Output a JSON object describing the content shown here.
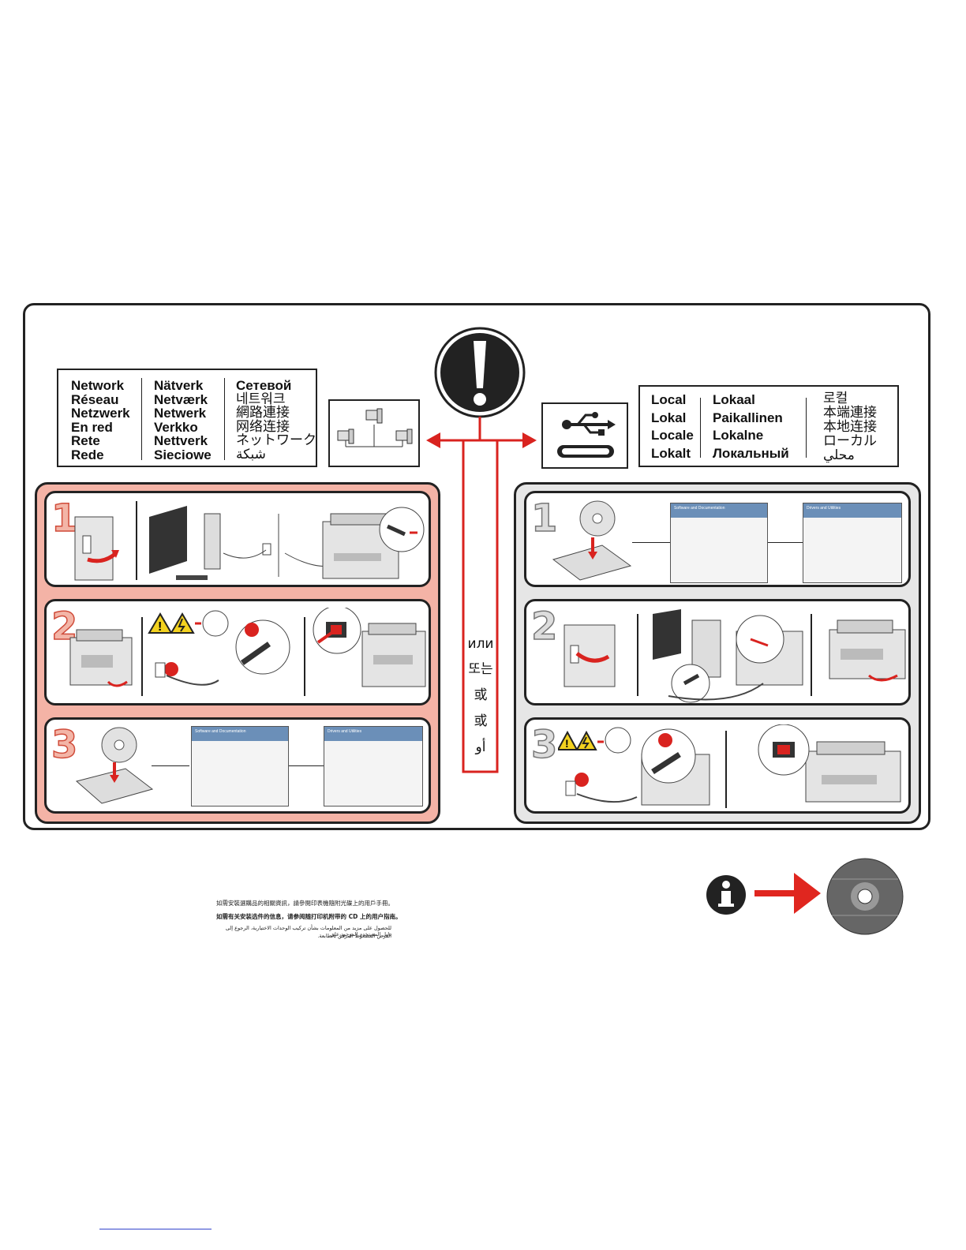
{
  "network_labels": {
    "col1": [
      "Network",
      "Réseau",
      "Netzwerk",
      "En red",
      "Rete",
      "Rede"
    ],
    "col2": [
      "Nätverk",
      "Netværk",
      "Netwerk",
      "Verkko",
      "Nettverk",
      "Sieciowe"
    ],
    "col3": [
      "Сетевой",
      "네트워크",
      "網路連接",
      "网络连接",
      "ネットワーク",
      "شبكة"
    ]
  },
  "local_labels": {
    "col1": [
      "Local",
      "Lokal",
      "Locale",
      "Lokalt"
    ],
    "col2": [
      "Lokaal",
      "Paikallinen",
      "Lokalne",
      "Локальный"
    ],
    "col3": [
      "로컬",
      "本端連接",
      "本地连接",
      "ローカル",
      "محلي"
    ]
  },
  "or_words": [
    "или",
    "또는",
    "或",
    "或",
    "أو"
  ],
  "steps": {
    "network": [
      "1",
      "2",
      "3"
    ],
    "local": [
      "1",
      "2",
      "3"
    ]
  },
  "screens": {
    "software_title": "Software and Documentation",
    "drivers_title": "Drivers and Utilities"
  },
  "footer_notes": [
    "如需安裝選購品的相關資訊，請參閱印表機隨附光碟上的用戶手冊。",
    "如需有关安装选件的信息，请参阅随打印机附带的 CD 上的用户指南。",
    "للحصول على مزيد من المعلومات بشأن تركيب الوحدات الاختيارية، الرجوع إلى دليل المستخدم الموجود على",
    "القرص المضغوط المرفق بالطابعة."
  ],
  "colors": {
    "accent": "#d9231f",
    "network_panel": "#f4b3a6",
    "local_panel": "#e6e6e6"
  }
}
